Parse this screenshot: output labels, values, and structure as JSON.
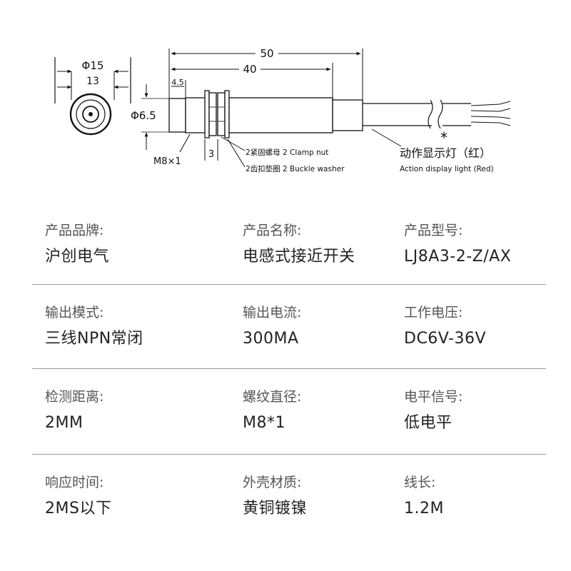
{
  "drawing": {
    "front_view": {
      "outer_diameter_label": "Φ15",
      "inner_width_label": "13"
    },
    "side_view": {
      "total_length_label": "50",
      "body_length_label": "40",
      "sensing_face_length_label": "4.5",
      "diameter_label": "Φ6.5",
      "thread_label": "M8×1",
      "nut_thickness_label": "3",
      "clamp_nut_label": "2紧固螺母 2 Clamp nut",
      "buckle_washer_label": "2齿扣垫圈 2 Buckle washer",
      "asterisk": "*",
      "indicator_label_cn": "动作显示灯（红）",
      "indicator_label_en": "Action display light (Red)"
    }
  },
  "specs": [
    {
      "label": "产品品牌:",
      "value": "沪创电气"
    },
    {
      "label": "产品名称:",
      "value": "电感式接近开关"
    },
    {
      "label": "产品型号:",
      "value": "LJ8A3-2-Z/AX"
    },
    {
      "label": "输出模式:",
      "value": "三线NPN常闭"
    },
    {
      "label": "输出电流:",
      "value": "300MA"
    },
    {
      "label": "工作电压:",
      "value": "DC6V-36V"
    },
    {
      "label": "检测距离:",
      "value": "2MM"
    },
    {
      "label": "螺纹直径:",
      "value": "M8*1"
    },
    {
      "label": "电平信号:",
      "value": "低电平"
    },
    {
      "label": "响应时间:",
      "value": "2MS以下"
    },
    {
      "label": "外壳材质:",
      "value": "黄铜镀镍"
    },
    {
      "label": "线长:",
      "value": "1.2M"
    }
  ]
}
